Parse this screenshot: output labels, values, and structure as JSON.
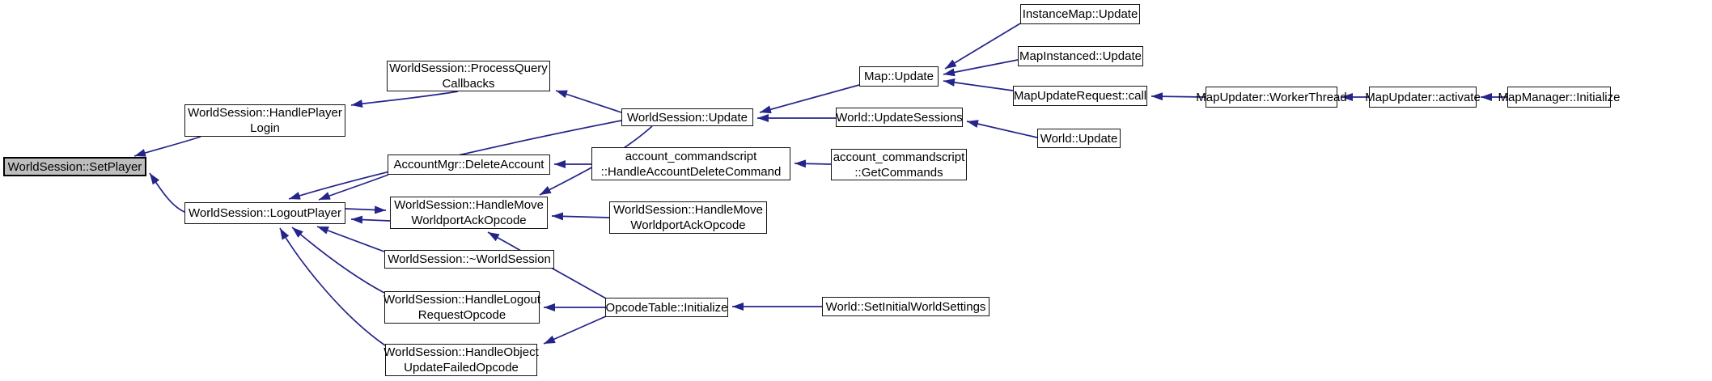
{
  "diagram": {
    "type": "call-graph",
    "focus_function": "WorldSession::SetPlayer",
    "nodes": [
      {
        "id": "setplayer",
        "label": "WorldSession::SetPlayer",
        "focus": true
      },
      {
        "id": "handleplayerlogin",
        "label": "WorldSession::HandlePlayer\nLogin"
      },
      {
        "id": "processquerycallbacks",
        "label": "WorldSession::ProcessQuery\nCallbacks"
      },
      {
        "id": "worldsession-update",
        "label": "WorldSession::Update"
      },
      {
        "id": "logoutplayer",
        "label": "WorldSession::LogoutPlayer"
      },
      {
        "id": "deleteaccount",
        "label": "AccountMgr::DeleteAccount"
      },
      {
        "id": "handleaccountdelete",
        "label": "account_commandscript\n::HandleAccountDeleteCommand"
      },
      {
        "id": "handlemove-a",
        "label": "WorldSession::HandleMove\nWorldportAckOpcode"
      },
      {
        "id": "handlemove-b",
        "label": "WorldSession::HandleMove\nWorldportAckOpcode"
      },
      {
        "id": "worldsession-dtor",
        "label": "WorldSession::~WorldSession"
      },
      {
        "id": "handlelogoutrequest",
        "label": "WorldSession::HandleLogout\nRequestOpcode"
      },
      {
        "id": "opcodetable-init",
        "label": "OpcodeTable::Initialize"
      },
      {
        "id": "handleobjectupdatefailed",
        "label": "WorldSession::HandleObject\nUpdateFailedOpcode"
      },
      {
        "id": "setinitialworldsettings",
        "label": "World::SetInitialWorldSettings"
      },
      {
        "id": "map-update",
        "label": "Map::Update"
      },
      {
        "id": "instancemap-update",
        "label": "InstanceMap::Update"
      },
      {
        "id": "mapinstanced-update",
        "label": "MapInstanced::Update"
      },
      {
        "id": "mapupdaterequest-call",
        "label": "MapUpdateRequest::call"
      },
      {
        "id": "world-updatesessions",
        "label": "World::UpdateSessions"
      },
      {
        "id": "world-update",
        "label": "World::Update"
      },
      {
        "id": "account-getcommands",
        "label": "account_commandscript\n::GetCommands"
      },
      {
        "id": "mapupdater-workerthread",
        "label": "MapUpdater::WorkerThread"
      },
      {
        "id": "mapupdater-activate",
        "label": "MapUpdater::activate"
      },
      {
        "id": "mapmanager-initialize",
        "label": "MapManager::Initialize"
      }
    ],
    "edges": [
      {
        "from": "handleplayerlogin",
        "to": "setplayer"
      },
      {
        "from": "logoutplayer",
        "to": "setplayer"
      },
      {
        "from": "processquerycallbacks",
        "to": "handleplayerlogin"
      },
      {
        "from": "worldsession-update",
        "to": "processquerycallbacks"
      },
      {
        "from": "worldsession-update",
        "to": "logoutplayer"
      },
      {
        "from": "deleteaccount",
        "to": "logoutplayer"
      },
      {
        "from": "handlemove-a",
        "to": "logoutplayer"
      },
      {
        "from": "logoutplayer",
        "to": "handlemove-a"
      },
      {
        "from": "worldsession-dtor",
        "to": "logoutplayer"
      },
      {
        "from": "handlelogoutrequest",
        "to": "logoutplayer"
      },
      {
        "from": "handleobjectupdatefailed",
        "to": "logoutplayer"
      },
      {
        "from": "handlemove-b",
        "to": "handlemove-a"
      },
      {
        "from": "worldsession-update",
        "to": "handlemove-a"
      },
      {
        "from": "opcodetable-init",
        "to": "handlemove-a"
      },
      {
        "from": "opcodetable-init",
        "to": "handlelogoutrequest"
      },
      {
        "from": "opcodetable-init",
        "to": "handleobjectupdatefailed"
      },
      {
        "from": "setinitialworldsettings",
        "to": "opcodetable-init"
      },
      {
        "from": "map-update",
        "to": "worldsession-update"
      },
      {
        "from": "world-updatesessions",
        "to": "worldsession-update"
      },
      {
        "from": "instancemap-update",
        "to": "map-update"
      },
      {
        "from": "mapinstanced-update",
        "to": "map-update"
      },
      {
        "from": "mapupdaterequest-call",
        "to": "map-update"
      },
      {
        "from": "mapupdater-workerthread",
        "to": "mapupdaterequest-call"
      },
      {
        "from": "mapupdater-activate",
        "to": "mapupdater-workerthread"
      },
      {
        "from": "mapmanager-initialize",
        "to": "mapupdater-activate"
      },
      {
        "from": "world-update",
        "to": "world-updatesessions"
      },
      {
        "from": "handleaccountdelete",
        "to": "deleteaccount"
      },
      {
        "from": "account-getcommands",
        "to": "handleaccountdelete"
      }
    ]
  },
  "colors": {
    "edge": "#24248a",
    "node_fill": "#ffffff",
    "node_border": "#141414",
    "focus_fill": "#bdbdbd",
    "background": "#ffffff"
  }
}
